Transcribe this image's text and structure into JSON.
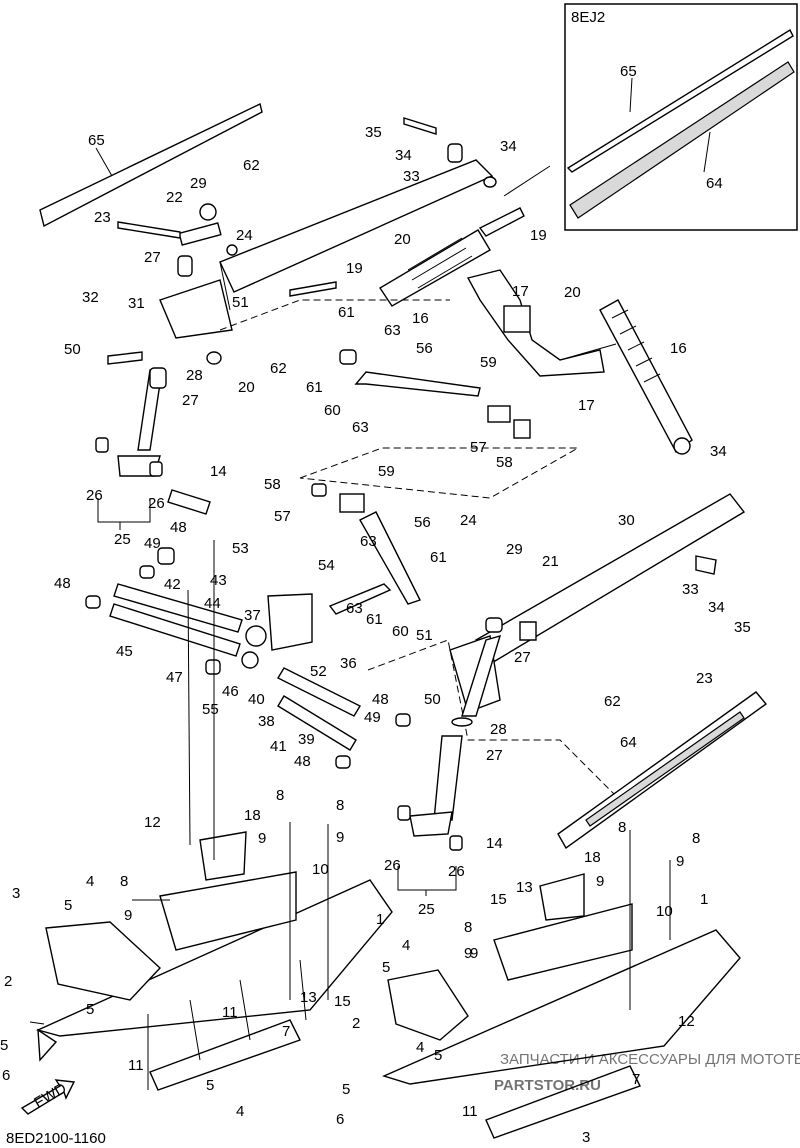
{
  "diagram": {
    "inset_label": "8EJ2",
    "footer_code": "8ED2100-1160",
    "fwd_label": "FWD",
    "watermark_small": "ЗАПЧАСТИ И АКСЕССУАРЫ ДЛЯ МОТОТЕХНИКИ",
    "watermark_brand": "PARTSTOR.RU",
    "callouts": [
      {
        "id": "c65a",
        "label": "65"
      },
      {
        "id": "c62a",
        "label": "62"
      },
      {
        "id": "c35a",
        "label": "35"
      },
      {
        "id": "c34a",
        "label": "34"
      },
      {
        "id": "c33a",
        "label": "33"
      },
      {
        "id": "c34b",
        "label": "34"
      },
      {
        "id": "c29a",
        "label": "29"
      },
      {
        "id": "c22",
        "label": "22"
      },
      {
        "id": "c23a",
        "label": "23"
      },
      {
        "id": "c24a",
        "label": "24"
      },
      {
        "id": "c20a",
        "label": "20"
      },
      {
        "id": "c19a",
        "label": "19"
      },
      {
        "id": "c27a",
        "label": "27"
      },
      {
        "id": "c19b",
        "label": "19"
      },
      {
        "id": "c17a",
        "label": "17"
      },
      {
        "id": "c32",
        "label": "32"
      },
      {
        "id": "c31",
        "label": "31"
      },
      {
        "id": "c51a",
        "label": "51"
      },
      {
        "id": "c16a",
        "label": "16"
      },
      {
        "id": "c61a",
        "label": "61"
      },
      {
        "id": "c20b",
        "label": "20"
      },
      {
        "id": "c50a",
        "label": "50"
      },
      {
        "id": "c28a",
        "label": "28"
      },
      {
        "id": "c20c",
        "label": "20"
      },
      {
        "id": "c62b",
        "label": "62"
      },
      {
        "id": "c63a",
        "label": "63"
      },
      {
        "id": "c56a",
        "label": "56"
      },
      {
        "id": "c59a",
        "label": "59"
      },
      {
        "id": "c16b",
        "label": "16"
      },
      {
        "id": "c27b",
        "label": "27"
      },
      {
        "id": "c61b",
        "label": "61"
      },
      {
        "id": "c60a",
        "label": "60"
      },
      {
        "id": "c17b",
        "label": "17"
      },
      {
        "id": "c63b",
        "label": "63"
      },
      {
        "id": "c57a",
        "label": "57"
      },
      {
        "id": "c58a",
        "label": "58"
      },
      {
        "id": "c26a",
        "label": "26"
      },
      {
        "id": "c26b",
        "label": "26"
      },
      {
        "id": "c25a",
        "label": "25"
      },
      {
        "id": "c14a",
        "label": "14"
      },
      {
        "id": "c59b",
        "label": "59"
      },
      {
        "id": "c58b",
        "label": "58"
      },
      {
        "id": "c34c",
        "label": "34"
      },
      {
        "id": "c57b",
        "label": "57"
      },
      {
        "id": "c56b",
        "label": "56"
      },
      {
        "id": "c30",
        "label": "30"
      },
      {
        "id": "c24b",
        "label": "24"
      },
      {
        "id": "c48a",
        "label": "48"
      },
      {
        "id": "c63c",
        "label": "63"
      },
      {
        "id": "c61c",
        "label": "61"
      },
      {
        "id": "c29b",
        "label": "29"
      },
      {
        "id": "c21",
        "label": "21"
      },
      {
        "id": "c49a",
        "label": "49"
      },
      {
        "id": "c53",
        "label": "53"
      },
      {
        "id": "c54",
        "label": "54"
      },
      {
        "id": "c33b",
        "label": "33"
      },
      {
        "id": "c34d",
        "label": "34"
      },
      {
        "id": "c48b",
        "label": "48"
      },
      {
        "id": "c42",
        "label": "42"
      },
      {
        "id": "c43",
        "label": "43"
      },
      {
        "id": "c63d",
        "label": "63"
      },
      {
        "id": "c44",
        "label": "44"
      },
      {
        "id": "c37",
        "label": "37"
      },
      {
        "id": "c61d",
        "label": "61"
      },
      {
        "id": "c60b",
        "label": "60"
      },
      {
        "id": "c51b",
        "label": "51"
      },
      {
        "id": "c35b",
        "label": "35"
      },
      {
        "id": "c45",
        "label": "45"
      },
      {
        "id": "c27c",
        "label": "27"
      },
      {
        "id": "c47",
        "label": "47"
      },
      {
        "id": "c36",
        "label": "36"
      },
      {
        "id": "c52",
        "label": "52"
      },
      {
        "id": "c23b",
        "label": "23"
      },
      {
        "id": "c46",
        "label": "46"
      },
      {
        "id": "c40",
        "label": "40"
      },
      {
        "id": "c50b",
        "label": "50"
      },
      {
        "id": "c62c",
        "label": "62"
      },
      {
        "id": "c55",
        "label": "55"
      },
      {
        "id": "c48c",
        "label": "48"
      },
      {
        "id": "c38",
        "label": "38"
      },
      {
        "id": "c49b",
        "label": "49"
      },
      {
        "id": "c28b",
        "label": "28"
      },
      {
        "id": "c41",
        "label": "41"
      },
      {
        "id": "c39",
        "label": "39"
      },
      {
        "id": "c27d",
        "label": "27"
      },
      {
        "id": "c48d",
        "label": "48"
      },
      {
        "id": "c64a",
        "label": "64"
      },
      {
        "id": "c8a",
        "label": "8"
      },
      {
        "id": "c8b",
        "label": "8"
      },
      {
        "id": "c18a",
        "label": "18"
      },
      {
        "id": "c9a",
        "label": "9"
      },
      {
        "id": "c9b",
        "label": "9"
      },
      {
        "id": "c12a",
        "label": "12"
      },
      {
        "id": "c8c",
        "label": "8"
      },
      {
        "id": "c8d",
        "label": "8"
      },
      {
        "id": "c9c",
        "label": "9"
      },
      {
        "id": "c9d",
        "label": "9"
      },
      {
        "id": "c14b",
        "label": "14"
      },
      {
        "id": "c26c",
        "label": "26"
      },
      {
        "id": "c26d",
        "label": "26"
      },
      {
        "id": "c18b",
        "label": "18"
      },
      {
        "id": "c10a",
        "label": "10"
      },
      {
        "id": "c3a",
        "label": "3"
      },
      {
        "id": "c4a",
        "label": "4"
      },
      {
        "id": "c8e",
        "label": "8"
      },
      {
        "id": "c5a",
        "label": "5"
      },
      {
        "id": "c9e",
        "label": "9"
      },
      {
        "id": "c1a",
        "label": "1"
      },
      {
        "id": "c25b",
        "label": "25"
      },
      {
        "id": "c15a",
        "label": "15"
      },
      {
        "id": "c13a",
        "label": "13"
      },
      {
        "id": "c9f",
        "label": "9"
      },
      {
        "id": "c10b",
        "label": "10"
      },
      {
        "id": "c1b",
        "label": "1"
      },
      {
        "id": "c2a",
        "label": "2"
      },
      {
        "id": "c8f",
        "label": "8"
      },
      {
        "id": "c4b",
        "label": "4"
      },
      {
        "id": "c9g",
        "label": "9"
      },
      {
        "id": "c5b",
        "label": "5"
      },
      {
        "id": "c5c",
        "label": "5"
      },
      {
        "id": "c13b",
        "label": "13"
      },
      {
        "id": "c15b",
        "label": "15"
      },
      {
        "id": "c11a",
        "label": "11"
      },
      {
        "id": "c7a",
        "label": "7"
      },
      {
        "id": "c2b",
        "label": "2"
      },
      {
        "id": "c12b",
        "label": "12"
      },
      {
        "id": "c5d",
        "label": "5"
      },
      {
        "id": "c4c",
        "label": "4"
      },
      {
        "id": "c5e",
        "label": "5"
      },
      {
        "id": "c6a",
        "label": "6"
      },
      {
        "id": "c11b",
        "label": "11"
      },
      {
        "id": "c5f",
        "label": "5"
      },
      {
        "id": "c7b",
        "label": "7"
      },
      {
        "id": "c5g",
        "label": "5"
      },
      {
        "id": "c4d",
        "label": "4"
      },
      {
        "id": "c6b",
        "label": "6"
      },
      {
        "id": "c11c",
        "label": "11"
      },
      {
        "id": "c3b",
        "label": "3"
      },
      {
        "id": "c65b",
        "label": "65"
      },
      {
        "id": "c64b",
        "label": "64"
      }
    ]
  }
}
